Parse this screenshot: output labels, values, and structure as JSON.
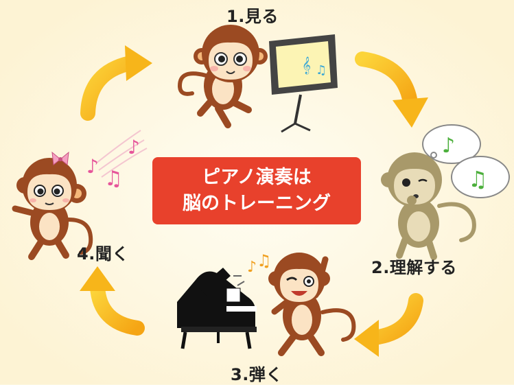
{
  "steps": [
    {
      "label": "1.見る"
    },
    {
      "label": "2.理解する"
    },
    {
      "label": "3.弾く"
    },
    {
      "label": "4.聞く"
    }
  ],
  "center": {
    "line1": "ピアノ演奏は",
    "line2": "脳のトレーニング"
  },
  "colors": {
    "background": "#fdf7e0",
    "arrow": "#f7b51a",
    "center_box": "#e8412c",
    "monkey": "#9b4a22",
    "monkey_face": "#fbe3c4",
    "note_blue": "#3aa7d6",
    "note_green": "#4caf3c",
    "note_pink": "#e6559a",
    "note_orange": "#f0a020"
  }
}
